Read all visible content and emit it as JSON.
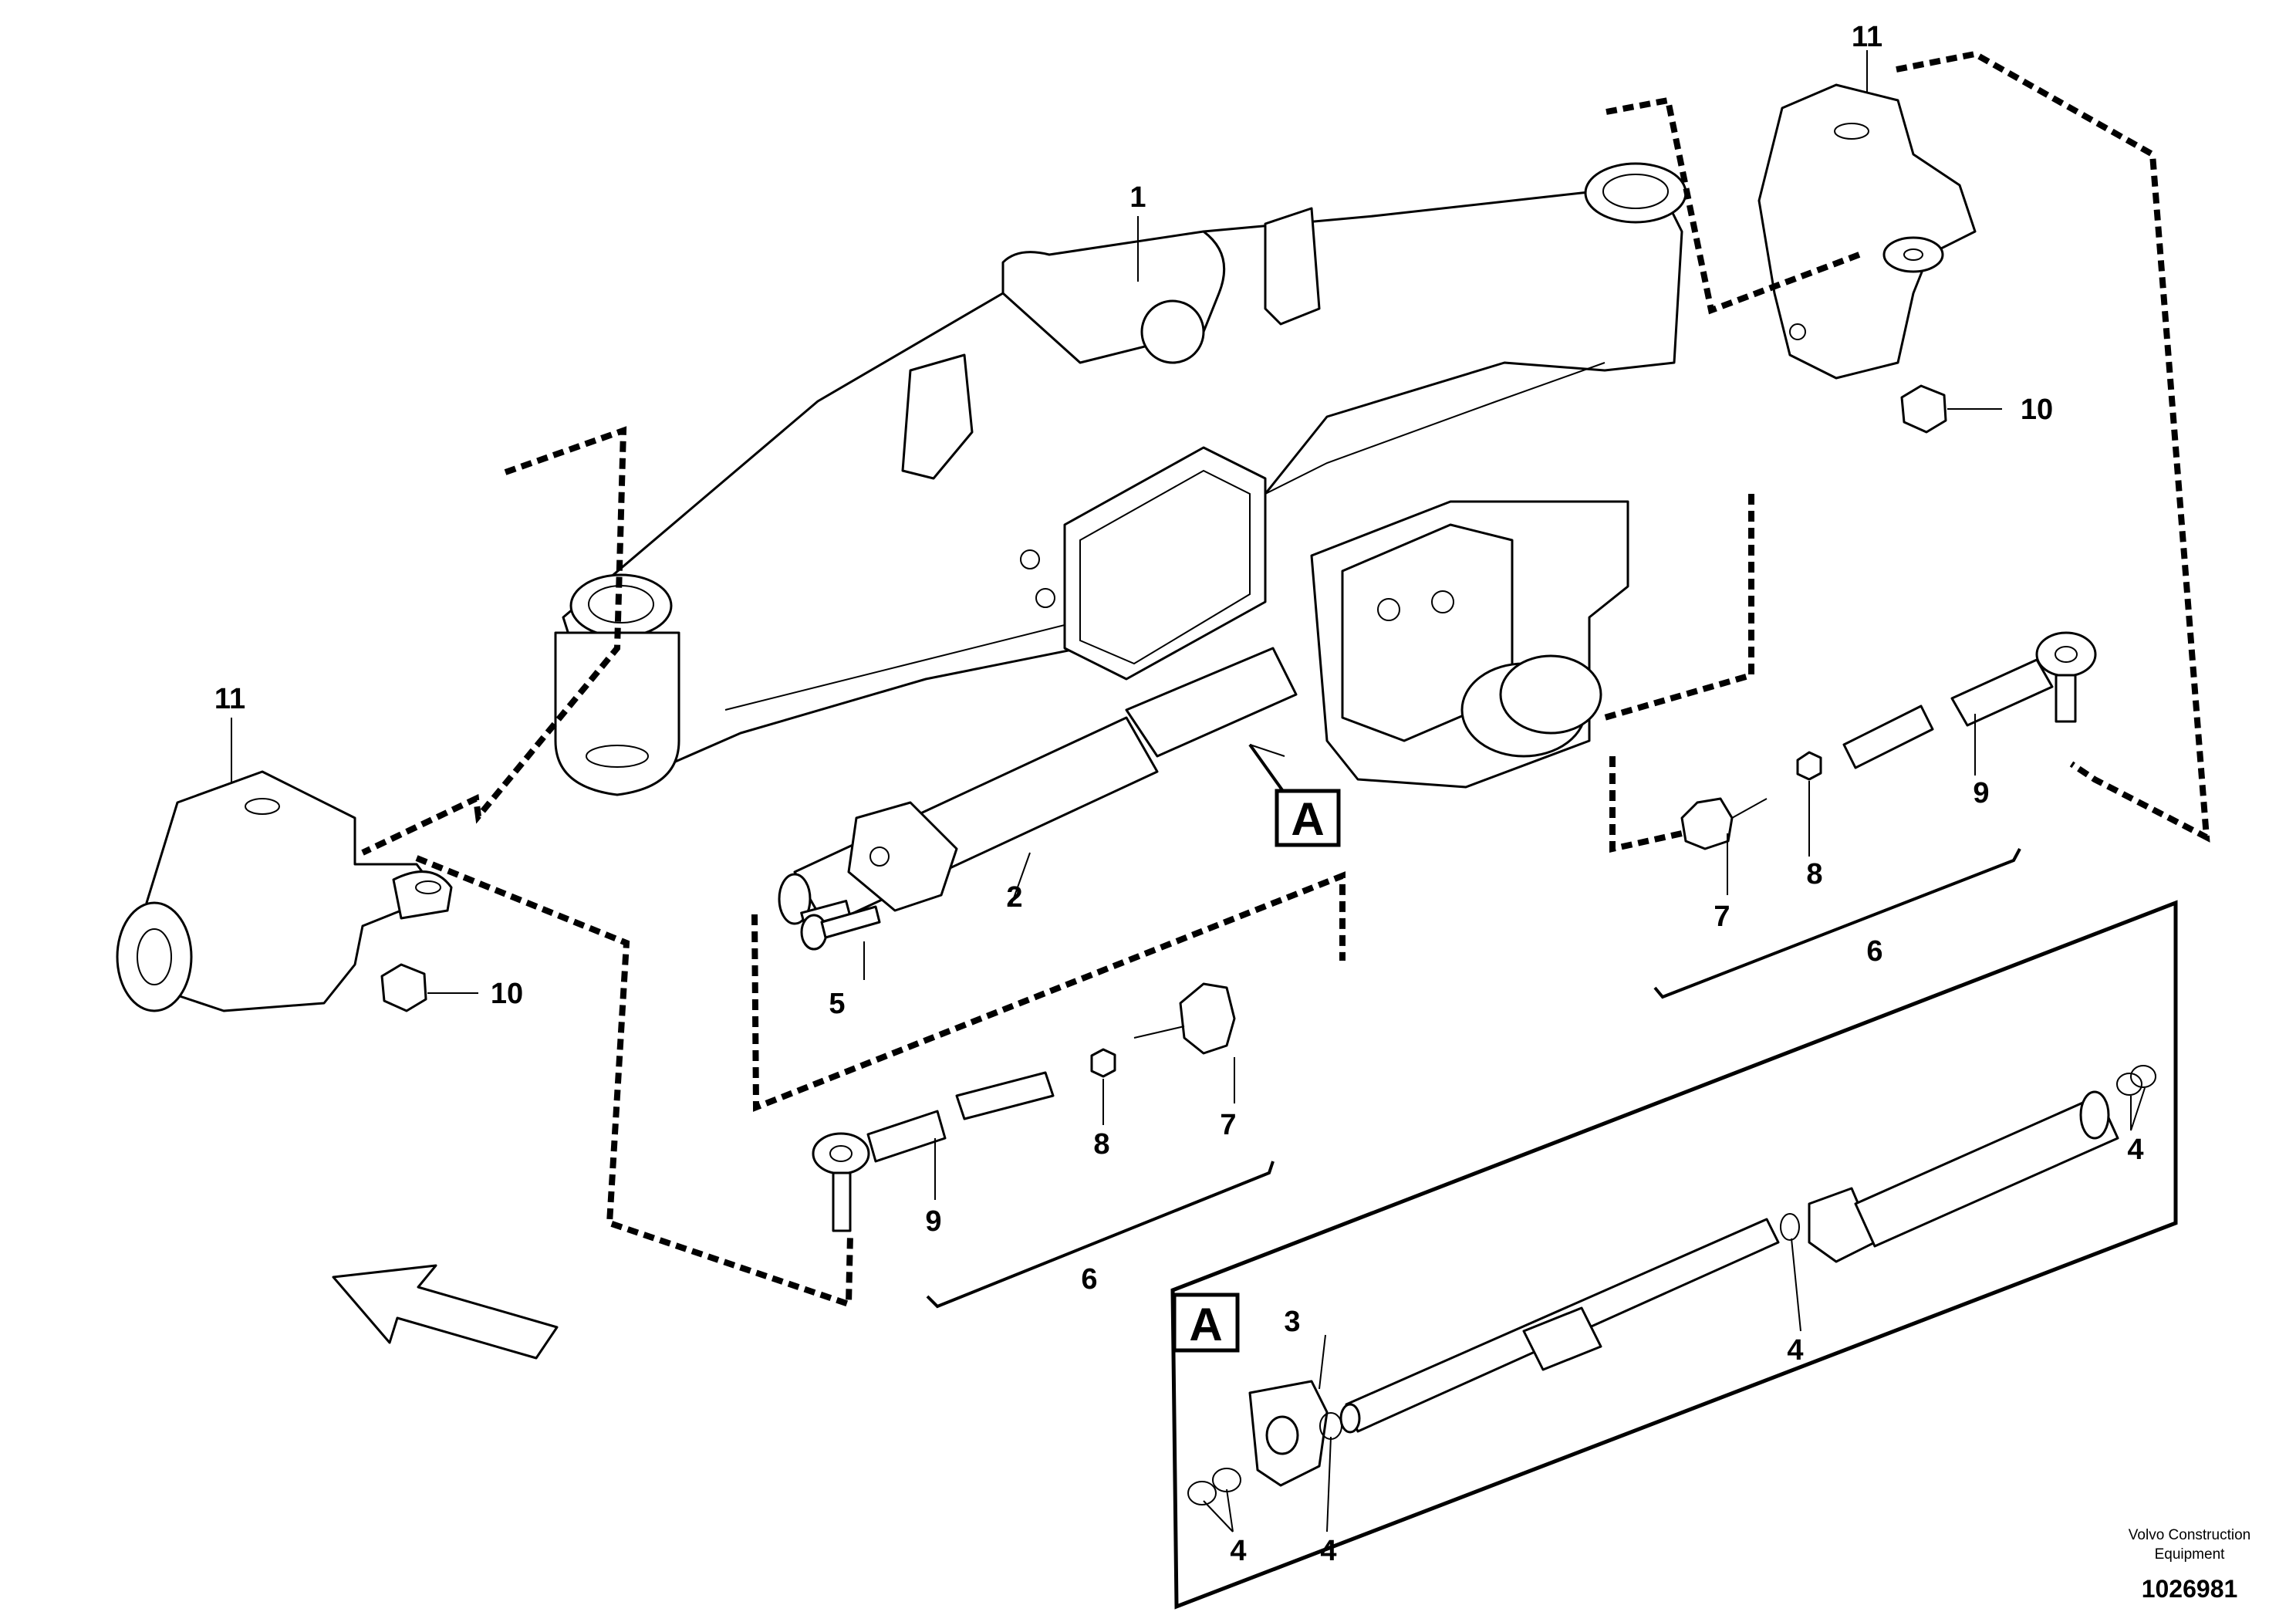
{
  "callouts": {
    "c1": "1",
    "c2": "2",
    "c3": "3",
    "c4a": "4",
    "c4b": "4",
    "c4c": "4",
    "c4d": "4",
    "c5": "5",
    "c6_right": "6",
    "c6_left": "6",
    "c7_right": "7",
    "c7_left": "7",
    "c8_right": "8",
    "c8_left": "8",
    "c9_right": "9",
    "c9_left": "9",
    "c10_right": "10",
    "c10_left": "10",
    "c11_right": "11",
    "c11_left": "11"
  },
  "detail_ref": {
    "marker": "A",
    "detail": "A"
  },
  "credit": {
    "line1": "Volvo Construction",
    "line2": "Equipment"
  },
  "doc_number": "1026981",
  "icons": {
    "direction": "arrow-icon"
  }
}
